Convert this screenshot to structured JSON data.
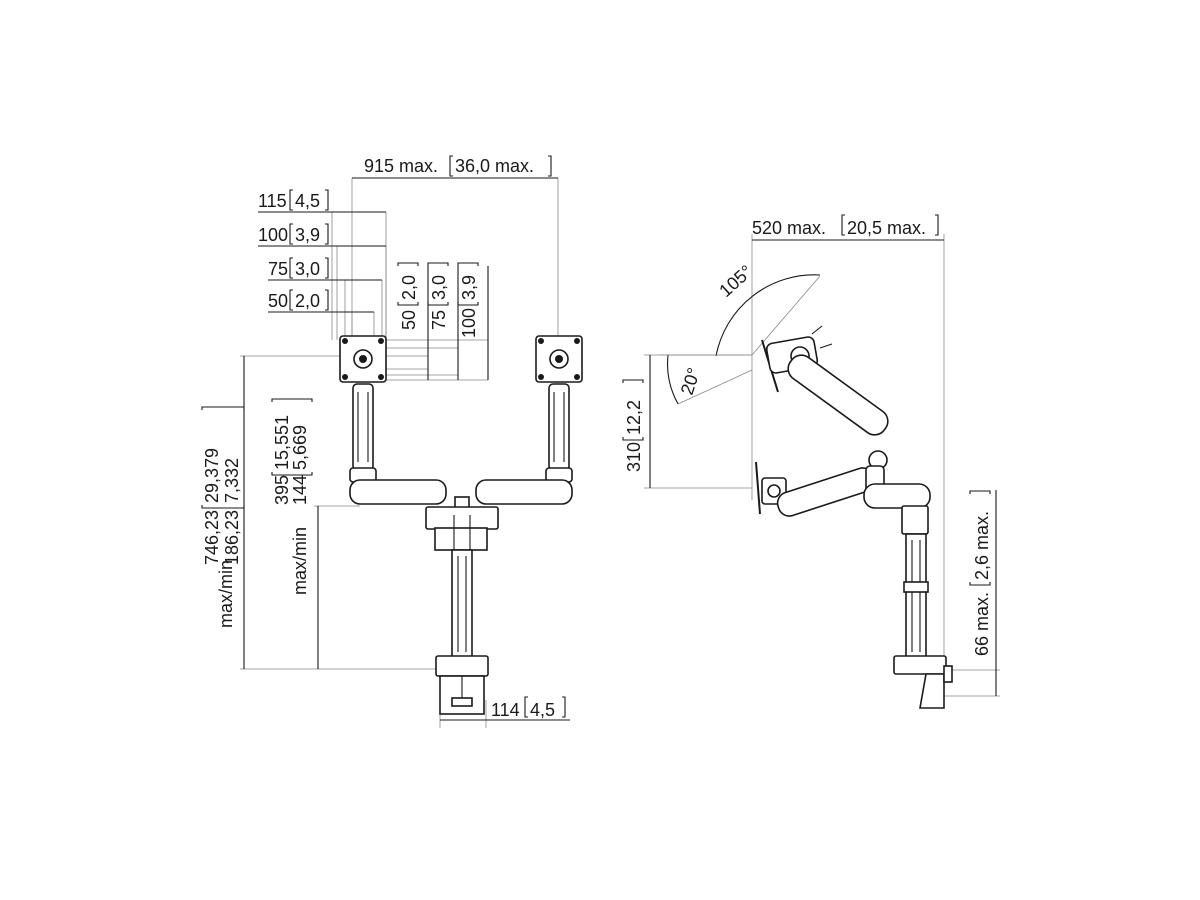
{
  "front_view": {
    "width_max": "915 max.",
    "width_max_in": "36,0 max.",
    "vesa_w115": "115",
    "vesa_w115_in": "4,5",
    "vesa_w100": "100",
    "vesa_w100_in": "3,9",
    "vesa_w75": "75",
    "vesa_w75_in": "3,0",
    "vesa_w50": "50",
    "vesa_w50_in": "2,0",
    "vesa_h50": "50",
    "vesa_h50_in": "2,0",
    "vesa_h75": "75",
    "vesa_h75_in": "3,0",
    "vesa_h100": "100",
    "vesa_h100_in": "3,9",
    "height_total_label": "max/min",
    "height_total_max": "746,23",
    "height_total_max_in": "29,379",
    "height_total_min": "186,23",
    "height_total_min_in": "7,332",
    "height_arm_label": "max/min",
    "height_arm_max": "395",
    "height_arm_max_in": "15,551",
    "height_arm_min": "144",
    "height_arm_min_in": "5,669",
    "clamp_width": "114",
    "clamp_width_in": "4,5"
  },
  "side_view": {
    "depth_max": "520 max.",
    "depth_max_in": "20,5 max.",
    "swivel_angle": "105°",
    "tilt_angle": "20°",
    "height_310": "310",
    "height_310_in": "12,2",
    "desk_max": "66 max.",
    "desk_max_in": "2,6 max."
  }
}
